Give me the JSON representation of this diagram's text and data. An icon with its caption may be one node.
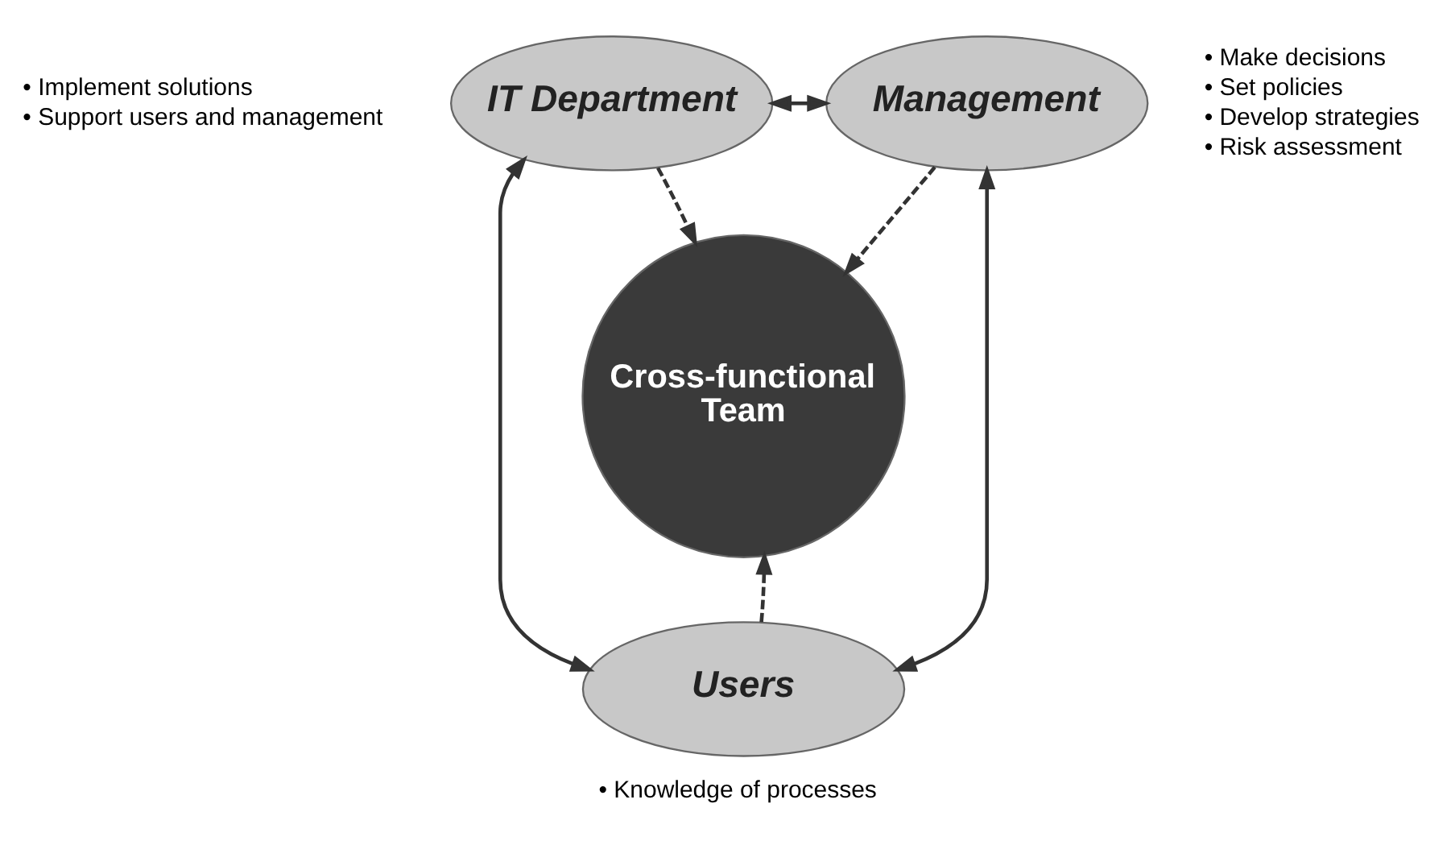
{
  "diagram": {
    "nodes": [
      {
        "text": [
          "IT Department"
        ],
        "beside": [
          "• Implement solutions",
          "• Support users and management"
        ]
      },
      {
        "text": [
          "Management"
        ],
        "beside": [
          "• Make decisions",
          "• Set policies",
          "• Develop strategies",
          "• Risk assessment"
        ]
      },
      {
        "text": [
          "Cross-functional Team"
        ]
      },
      {
        "text": [
          "Users"
        ],
        "beside": [
          "• Knowledge of processes"
        ]
      }
    ],
    "edges": [
      {
        "from": 0,
        "to": 1,
        "arrow": "both"
      },
      {
        "from": 0,
        "to": 2,
        "arrow": "to",
        "style": "dashed"
      },
      {
        "from": 1,
        "to": 2,
        "arrow": "to",
        "style": "dashed"
      },
      {
        "from": 0,
        "to": 3,
        "arrow": "both"
      },
      {
        "from": 1,
        "to": 3,
        "arrow": "both"
      },
      {
        "from": 3,
        "to": 2,
        "arrow": "to",
        "style": "dashed"
      }
    ]
  }
}
